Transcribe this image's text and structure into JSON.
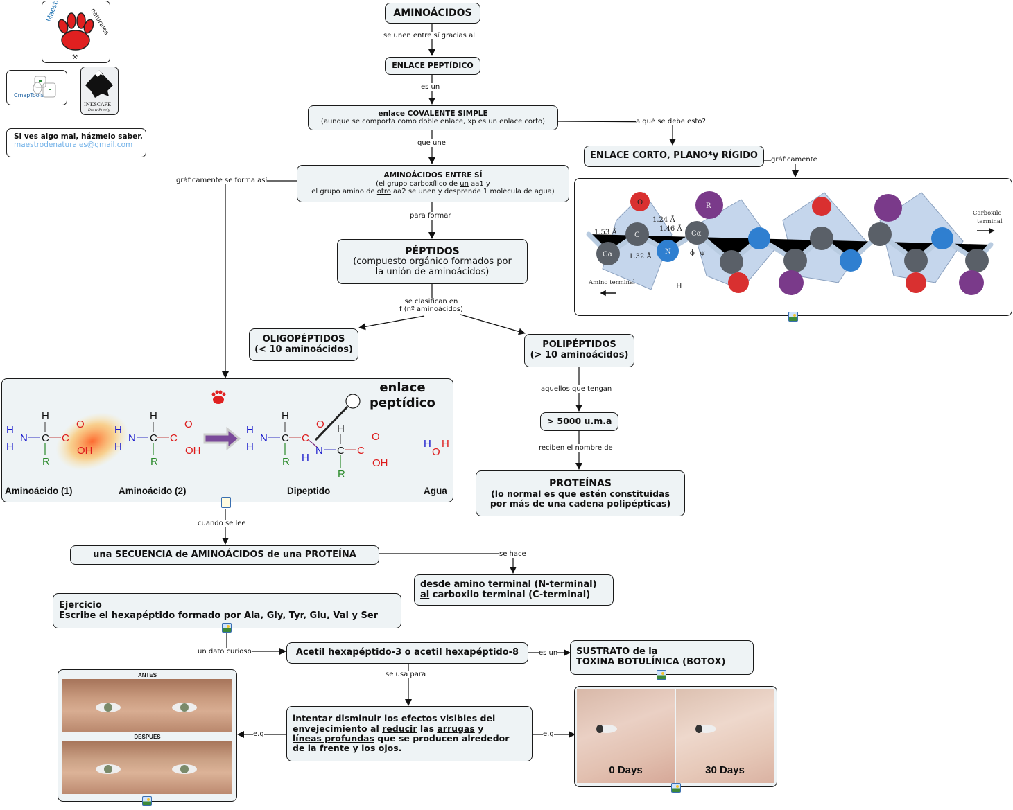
{
  "logos": {
    "maestro": {
      "text": "Maestro de naturales",
      "icon": "paw-icon"
    },
    "cmaptools": {
      "text": "CmapTools"
    },
    "inkscape": {
      "text": "INKSCAPE",
      "subtext": "Draw Freely"
    }
  },
  "feedback": {
    "line1": "Si ves algo mal, házmelo saber.",
    "email": "maestrodenaturales@gmail.com"
  },
  "nodes": {
    "aminoacidos": "AMINOÁCIDOS",
    "enlace_peptidico": "ENLACE PEPTÍDICO",
    "covalente_title": "enlace COVALENTE SIMPLE",
    "covalente_sub": "(aunque se comporta como doble enlace, xp es un enlace corto)",
    "corto": "ENLACE CORTO, PLANO*y RÍGIDO",
    "entre_si_title": "AMINOÁCIDOS ENTRE SÍ",
    "entre_si_l1_a": "(el grupo carboxílico de ",
    "entre_si_l1_u": "un",
    "entre_si_l1_b": " aa1 y",
    "entre_si_l2_a": "el grupo amino de ",
    "entre_si_l2_u": "otro",
    "entre_si_l2_b": " aa2 se unen y desprende 1 molécula de agua)",
    "peptidos_title": "PÉPTIDOS",
    "peptidos_sub1": "(compuesto orgánico formados por",
    "peptidos_sub2": "la unión de aminoácidos)",
    "oligo_title": "OLIGOPÉPTIDOS",
    "oligo_sub": "(< 10 aminoácidos)",
    "poli_title": "POLIPÉPTIDOS",
    "poli_sub": "(> 10 aminoácidos)",
    "uma": "> 5000 u.m.a",
    "proteinas_title": "PROTEÍNAS",
    "proteinas_sub1": "(lo normal es que estén constituidas",
    "proteinas_sub2": "por más de una cadena polipépticas)",
    "secuencia": "una SECUENCIA de AMINOÁCIDOS de una PROTEÍNA",
    "desde_u": "desde",
    "desde_rest": " amino terminal (N-terminal)",
    "al_u": "al",
    "al_rest": " carboxilo terminal (C-terminal)",
    "ejercicio_title": "Ejercicio",
    "ejercicio_text": "Escribe el hexapéptido formado por Ala, Gly, Tyr, Glu, Val y Ser",
    "acetil": "Acetil hexapéptido-3 o acetil hexapéptido-8",
    "sustrato1": "SUSTRATO de la",
    "sustrato2": "TOXINA BOTULÍNICA (BOTOX)",
    "intentar_1": "intentar disminuir los efectos visibles del",
    "intentar_2a": "envejecimiento al ",
    "intentar_2u1": "reducir",
    "intentar_2b": " las ",
    "intentar_2u2": "arrugas",
    "intentar_2c": " y",
    "intentar_3u": "líneas profundas",
    "intentar_3b": " que se producen alrededor",
    "intentar_4": "de la frente y los ojos."
  },
  "links": {
    "se_unen": "se unen entre sí gracias al",
    "es_un": "es un",
    "a_que": "a qué se debe esto?",
    "que_une": "que une",
    "graficamente": "gráficamente",
    "graficamente_asi": "gráficamente se forma así",
    "para_formar": "para formar",
    "clasifican1": "se clasifican en",
    "clasifican2": "f (nº aminoácidos)",
    "aquellos": "aquellos que tengan",
    "reciben": "reciben el nombre de",
    "cuando": "cuando se lee",
    "se_hace": "se hace",
    "dato": "un dato curioso",
    "es_un2": "es un",
    "se_usa": "se usa para",
    "eg_left": "e.g",
    "eg_right": "e.g"
  },
  "peptide_image": {
    "bond_lengths": [
      "1.53 Å",
      "1.24 Å",
      "1.46 Å",
      "1.32 Å"
    ],
    "atoms": [
      "O",
      "C",
      "Cα",
      "N",
      "H",
      "R"
    ],
    "angles": [
      "ϕ",
      "ψ"
    ],
    "amino_terminal": "Amino terminal",
    "carboxilo_terminal1": "Carboxilo",
    "carboxilo_terminal2": "terminal"
  },
  "reaction_image": {
    "title1": "enlace",
    "title2": "peptídico",
    "labels": [
      "Aminoácido (1)",
      "Aminoácido (2)",
      "Dipeptido",
      "Agua"
    ]
  },
  "before_after": {
    "antes": "ANTES",
    "despues": "DESPUES"
  },
  "days": {
    "d0": "0 Days",
    "d30": "30 Days"
  }
}
